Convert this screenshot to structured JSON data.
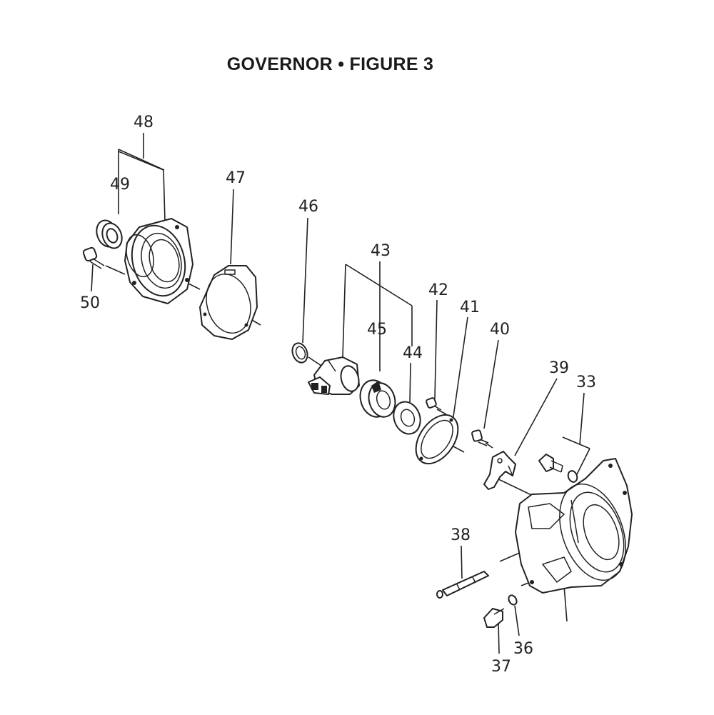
{
  "title": "GOVERNOR  •  FIGURE 3",
  "callouts": {
    "c48": "48",
    "c49": "49",
    "c47": "47",
    "c50": "50",
    "c46": "46",
    "c43": "43",
    "c45": "45",
    "c44": "44",
    "c42": "42",
    "c41": "41",
    "c40": "40",
    "c39": "39",
    "c33": "33",
    "c38": "38",
    "c36": "36",
    "c37": "37"
  }
}
